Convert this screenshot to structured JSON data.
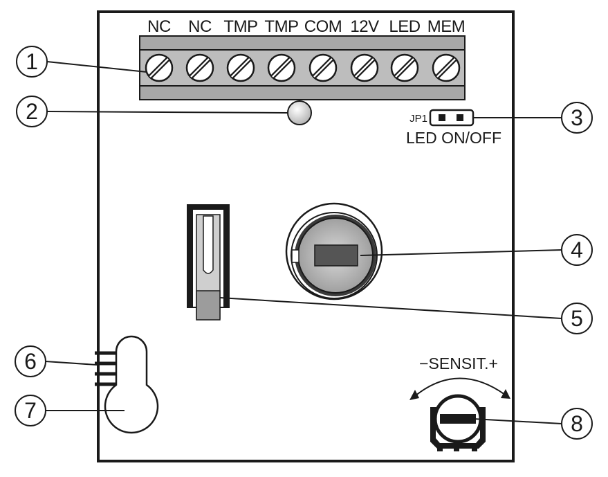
{
  "terminals": {
    "labels": [
      "NC",
      "NC",
      "TMP",
      "TMP",
      "COM",
      "12V",
      "LED",
      "MEM"
    ]
  },
  "jumper": {
    "id": "JP1",
    "label": "LED ON/OFF"
  },
  "sensitivity": {
    "label": "−SENSIT.+"
  },
  "callouts": [
    "1",
    "2",
    "3",
    "4",
    "5",
    "6",
    "7",
    "8"
  ]
}
